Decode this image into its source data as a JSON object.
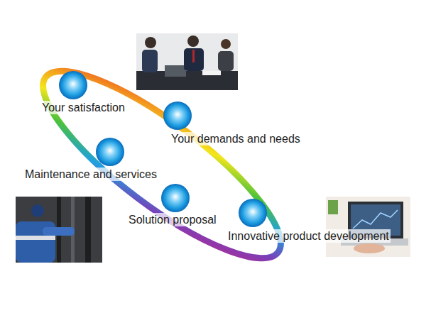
{
  "diagram": {
    "nodes": [
      {
        "text": [
          "Your satisfaction"
        ]
      },
      {
        "text": [
          "Your demands and needs"
        ]
      },
      {
        "text": [
          "Maintenance and services"
        ]
      },
      {
        "text": [
          "Solution proposal"
        ]
      },
      {
        "text": [
          "Innovative product development"
        ]
      }
    ]
  }
}
